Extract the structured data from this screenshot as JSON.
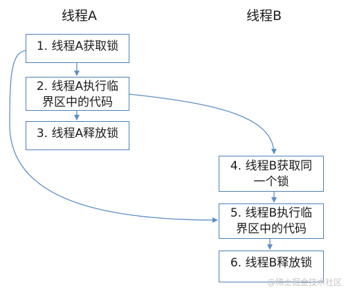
{
  "columns": {
    "thread_a": "线程A",
    "thread_b": "线程B"
  },
  "steps": [
    {
      "label": "1. 线程A获取锁"
    },
    {
      "label": "2. 线程A执行临界区中的代码"
    },
    {
      "label": "3. 线程A释放锁"
    },
    {
      "label": "4. 线程B获取同一个锁"
    },
    {
      "label": "5. 线程B执行临界区中的代码"
    },
    {
      "label": "6. 线程B释放锁"
    }
  ],
  "watermark": "@稀土掘金技术社区",
  "colors": {
    "box_border": "#4a7fb5",
    "arrow": "#5b8fc7",
    "text": "#1a1a1a"
  }
}
